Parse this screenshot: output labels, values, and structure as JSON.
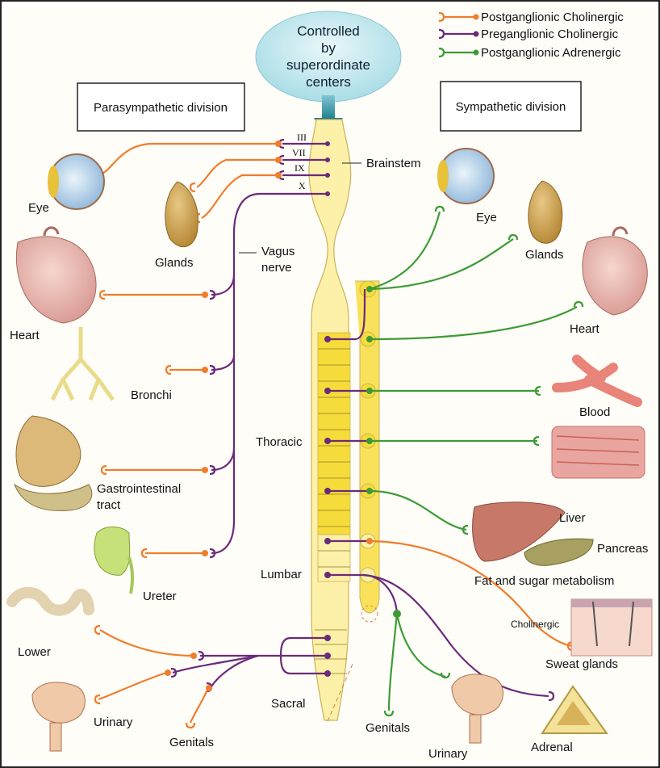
{
  "legend": [
    {
      "label": "Postganglionic Cholinergic",
      "color": "#ef7d2c"
    },
    {
      "label": "Preganglionic Cholinergic",
      "color": "#6b2a7a"
    },
    {
      "label": "Postganglionic Adrenergic",
      "color": "#3d9b36"
    }
  ],
  "control_center": {
    "lines": [
      "Controlled",
      "by",
      "superordinate",
      "centers"
    ]
  },
  "divisions": {
    "parasympathetic": "Parasympathetic division",
    "sympathetic": "Sympathetic division"
  },
  "cord_regions": {
    "brainstem": "Brainstem",
    "thoracic": "Thoracic",
    "lumbar": "Lumbar",
    "sacral": "Sacral"
  },
  "cranial_nerves": [
    "III",
    "VII",
    "IX",
    "X"
  ],
  "vagus_label": [
    "Vagus",
    "nerve"
  ],
  "parasympathetic_targets": {
    "eye": "Eye",
    "glands": "Glands",
    "heart": "Heart",
    "bronchi": "Bronchi",
    "gi": [
      "Gastrointestinal",
      "tract"
    ],
    "ureter": "Ureter",
    "lower": "Lower",
    "urinary": "Urinary",
    "genitals": "Genitals"
  },
  "sympathetic_targets": {
    "eye": "Eye",
    "glands": "Glands",
    "heart": "Heart",
    "blood": "Blood",
    "liver": "Liver",
    "pancreas": "Pancreas",
    "metabolism": "Fat and sugar metabolism",
    "cholinergic": "Cholinergic",
    "sweat": "Sweat glands",
    "genitals": "Genitals",
    "urinary": "Urinary",
    "adrenal": "Adrenal"
  }
}
